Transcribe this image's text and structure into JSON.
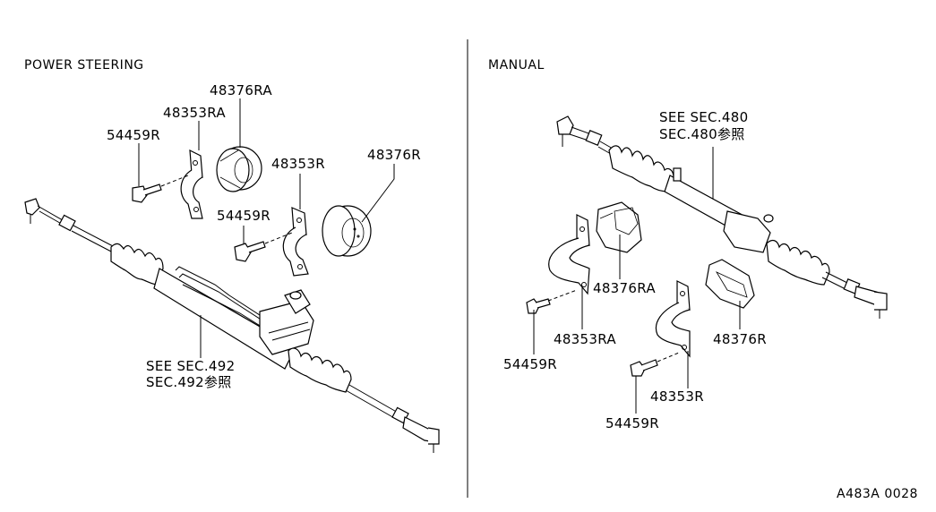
{
  "sections": {
    "left_title": "POWER STEERING",
    "right_title": "MANUAL"
  },
  "left": {
    "bushing_ra": "48376RA",
    "clamp_ra": "48353RA",
    "bolt_1": "54459R",
    "clamp_r": "48353R",
    "bushing_r": "48376R",
    "bolt_2": "54459R",
    "see_line1": "SEE SEC.492",
    "see_line2": "SEC.492参照"
  },
  "right": {
    "see_line1": "SEE SEC.480",
    "see_line2": "SEC.480参照",
    "bushing_ra": "48376RA",
    "clamp_ra": "48353RA",
    "bolt_1": "54459R",
    "bushing_r": "48376R",
    "clamp_r": "48353R",
    "bolt_2": "54459R"
  },
  "reference_code": "A483A 0028"
}
